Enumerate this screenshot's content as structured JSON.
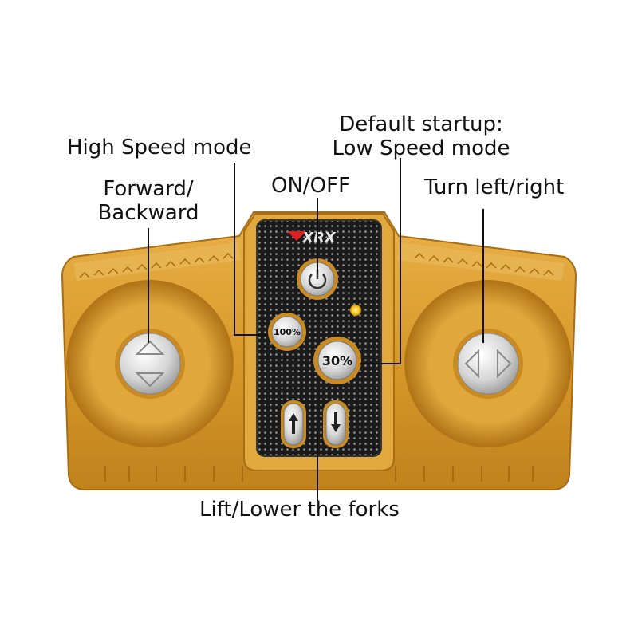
{
  "labels": {
    "high_speed": "High Speed mode",
    "default_startup_line1": "Default startup:",
    "default_startup_line2": "Low Speed mode",
    "forward_backward_line1": "Forward/",
    "forward_backward_line2": "Backward",
    "on_off": "ON/OFF",
    "turn": "Turn left/right",
    "lift_lower": "Lift/Lower the forks"
  },
  "buttons": {
    "high_speed": "100%",
    "low_speed": "30%"
  },
  "colors": {
    "body": "#d99a2c",
    "body_dark": "#b87a18",
    "panel": "#1a1a1a",
    "button_silver": "#d8d8d8",
    "led": "#ffcc22",
    "logo_red": "#e02020"
  },
  "icons": [
    "power-icon",
    "up-down-arrows-icon",
    "left-right-arrows-icon",
    "up-arrow-icon",
    "down-arrow-icon"
  ]
}
